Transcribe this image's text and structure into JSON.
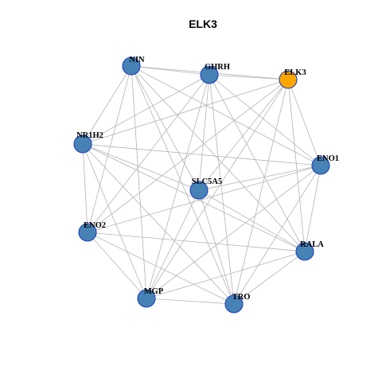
{
  "title": "ELK3",
  "colors": {
    "node_default": "#4682b4",
    "node_highlight": "#ffa500",
    "node_border": "#1f3fbf",
    "edge": "#b4b4b4"
  },
  "nodes": [
    {
      "id": "NIN",
      "label": "NIN",
      "highlight": false
    },
    {
      "id": "GHRH",
      "label": "GHRH",
      "highlight": false
    },
    {
      "id": "ELK3",
      "label": "ELK3",
      "highlight": true
    },
    {
      "id": "NR1H2",
      "label": "NR1H2",
      "highlight": false
    },
    {
      "id": "ENO1",
      "label": "ENO1",
      "highlight": false
    },
    {
      "id": "SLC5A5",
      "label": "SLC5A5",
      "highlight": false
    },
    {
      "id": "ENO2",
      "label": "ENO2",
      "highlight": false
    },
    {
      "id": "RALA",
      "label": "RALA",
      "highlight": false
    },
    {
      "id": "MGP",
      "label": "MGP",
      "highlight": false
    },
    {
      "id": "TRO",
      "label": "TRO",
      "highlight": false
    }
  ],
  "edges": [
    [
      "NIN",
      "GHRH"
    ],
    [
      "NIN",
      "ELK3"
    ],
    [
      "NIN",
      "ENO1"
    ],
    [
      "NIN",
      "RALA"
    ],
    [
      "NIN",
      "MGP"
    ],
    [
      "NIN",
      "TRO"
    ],
    [
      "NIN",
      "ENO2"
    ],
    [
      "NIN",
      "NR1H2"
    ],
    [
      "NIN",
      "SLC5A5"
    ],
    [
      "GHRH",
      "ELK3"
    ],
    [
      "GHRH",
      "ENO2"
    ],
    [
      "GHRH",
      "MGP"
    ],
    [
      "GHRH",
      "TRO"
    ],
    [
      "GHRH",
      "RALA"
    ],
    [
      "GHRH",
      "NR1H2"
    ],
    [
      "GHRH",
      "SLC5A5"
    ],
    [
      "GHRH",
      "ENO1"
    ],
    [
      "ELK3",
      "NR1H2"
    ],
    [
      "ELK3",
      "ENO2"
    ],
    [
      "ELK3",
      "MGP"
    ],
    [
      "ELK3",
      "TRO"
    ],
    [
      "ELK3",
      "RALA"
    ],
    [
      "ELK3",
      "SLC5A5"
    ],
    [
      "ELK3",
      "ENO1"
    ],
    [
      "NR1H2",
      "ENO1"
    ],
    [
      "NR1H2",
      "RALA"
    ],
    [
      "NR1H2",
      "TRO"
    ],
    [
      "NR1H2",
      "MGP"
    ],
    [
      "NR1H2",
      "ENO2"
    ],
    [
      "NR1H2",
      "SLC5A5"
    ],
    [
      "ENO1",
      "ENO2"
    ],
    [
      "ENO1",
      "MGP"
    ],
    [
      "ENO1",
      "TRO"
    ],
    [
      "ENO1",
      "RALA"
    ],
    [
      "ENO1",
      "SLC5A5"
    ],
    [
      "SLC5A5",
      "RALA"
    ],
    [
      "SLC5A5",
      "TRO"
    ],
    [
      "SLC5A5",
      "MGP"
    ],
    [
      "ENO2",
      "RALA"
    ],
    [
      "ENO2",
      "TRO"
    ],
    [
      "ENO2",
      "MGP"
    ],
    [
      "MGP",
      "TRO"
    ],
    [
      "MGP",
      "RALA"
    ],
    [
      "TRO",
      "RALA"
    ]
  ]
}
